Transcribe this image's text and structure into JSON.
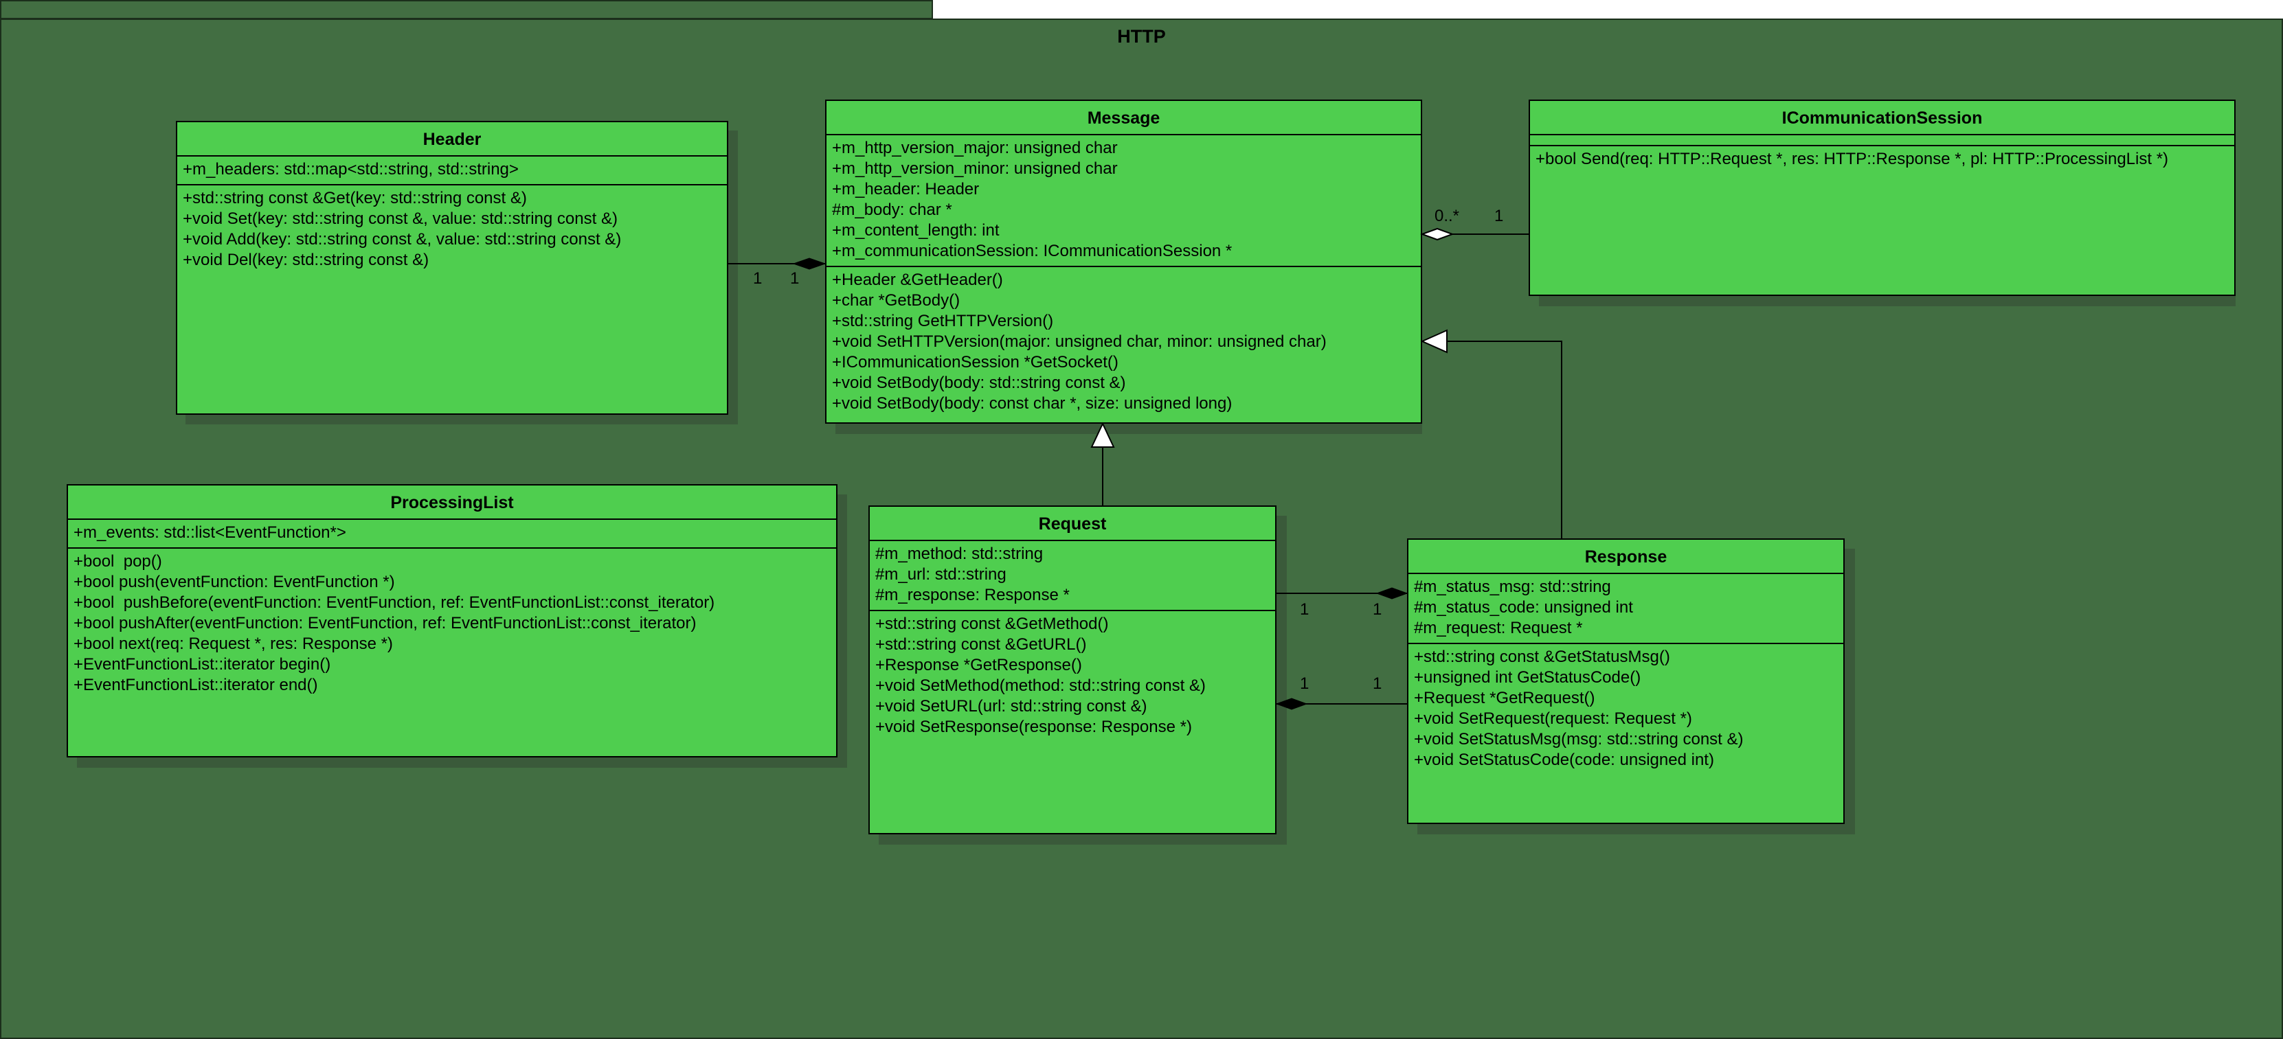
{
  "package": {
    "title": "HTTP"
  },
  "classes": {
    "header": {
      "name": "Header",
      "attributes": [
        "+m_headers: std::map<std::string, std::string>"
      ],
      "methods": [
        "+std::string const &Get(key: std::string const &)",
        "+void Set(key: std::string const &, value: std::string const &)",
        "+void Add(key: std::string const &, value: std::string const &)",
        "+void Del(key: std::string const &)"
      ]
    },
    "message": {
      "name": "Message",
      "attributes": [
        "+m_http_version_major: unsigned char",
        "+m_http_version_minor: unsigned char",
        "+m_header: Header",
        "#m_body: char *",
        "+m_content_length: int",
        "+m_communicationSession: ICommunicationSession *"
      ],
      "methods": [
        "+Header &GetHeader()",
        "+char *GetBody()",
        "+std::string GetHTTPVersion()",
        "+void SetHTTPVersion(major: unsigned char, minor: unsigned char)",
        "+ICommunicationSession *GetSocket()",
        "+void SetBody(body: std::string const &)",
        "+void SetBody(body: const char *, size: unsigned long)"
      ]
    },
    "session": {
      "name": "ICommunicationSession",
      "attributes": [],
      "methods": [
        "+bool Send(req: HTTP::Request *, res: HTTP::Response *, pl: HTTP::ProcessingList *)"
      ]
    },
    "processing": {
      "name": "ProcessingList",
      "attributes": [
        "+m_events: std::list<EventFunction*>"
      ],
      "methods": [
        "+bool  pop()",
        "+bool push(eventFunction: EventFunction *)",
        "+bool  pushBefore(eventFunction: EventFunction, ref: EventFunctionList::const_iterator)",
        "+bool pushAfter(eventFunction: EventFunction, ref: EventFunctionList::const_iterator)",
        "+bool next(req: Request *, res: Response *)",
        "+EventFunctionList::iterator begin()",
        "+EventFunctionList::iterator end()"
      ]
    },
    "request": {
      "name": "Request",
      "attributes": [
        "#m_method: std::string",
        "#m_url: std::string",
        "#m_response: Response *"
      ],
      "methods": [
        "+std::string const &GetMethod()",
        "+std::string const &GetURL()",
        "+Response *GetResponse()",
        "+void SetMethod(method: std::string const &)",
        "+void SetURL(url: std::string const &)",
        "+void SetResponse(response: Response *)"
      ]
    },
    "response": {
      "name": "Response",
      "attributes": [
        "#m_status_msg: std::string",
        "#m_status_code: unsigned int",
        "#m_request: Request *"
      ],
      "methods": [
        "+std::string const &GetStatusMsg()",
        "+unsigned int GetStatusCode()",
        "+Request *GetRequest()",
        "+void SetRequest(request: Request *)",
        "+void SetStatusMsg(msg: std::string const &)",
        "+void SetStatusCode(code: unsigned int)"
      ]
    }
  },
  "multiplicities": {
    "header_end": "1",
    "message_header_end": "1",
    "message_session_end": "0..*",
    "session_end": "1",
    "request_top": "1",
    "response_top": "1",
    "request_bottom": "1",
    "response_bottom": "1"
  },
  "colors": {
    "class_fill": "#4fce4f",
    "package_fill": "#426e42",
    "shadow": "#3a5a3a",
    "line": "#000000"
  }
}
